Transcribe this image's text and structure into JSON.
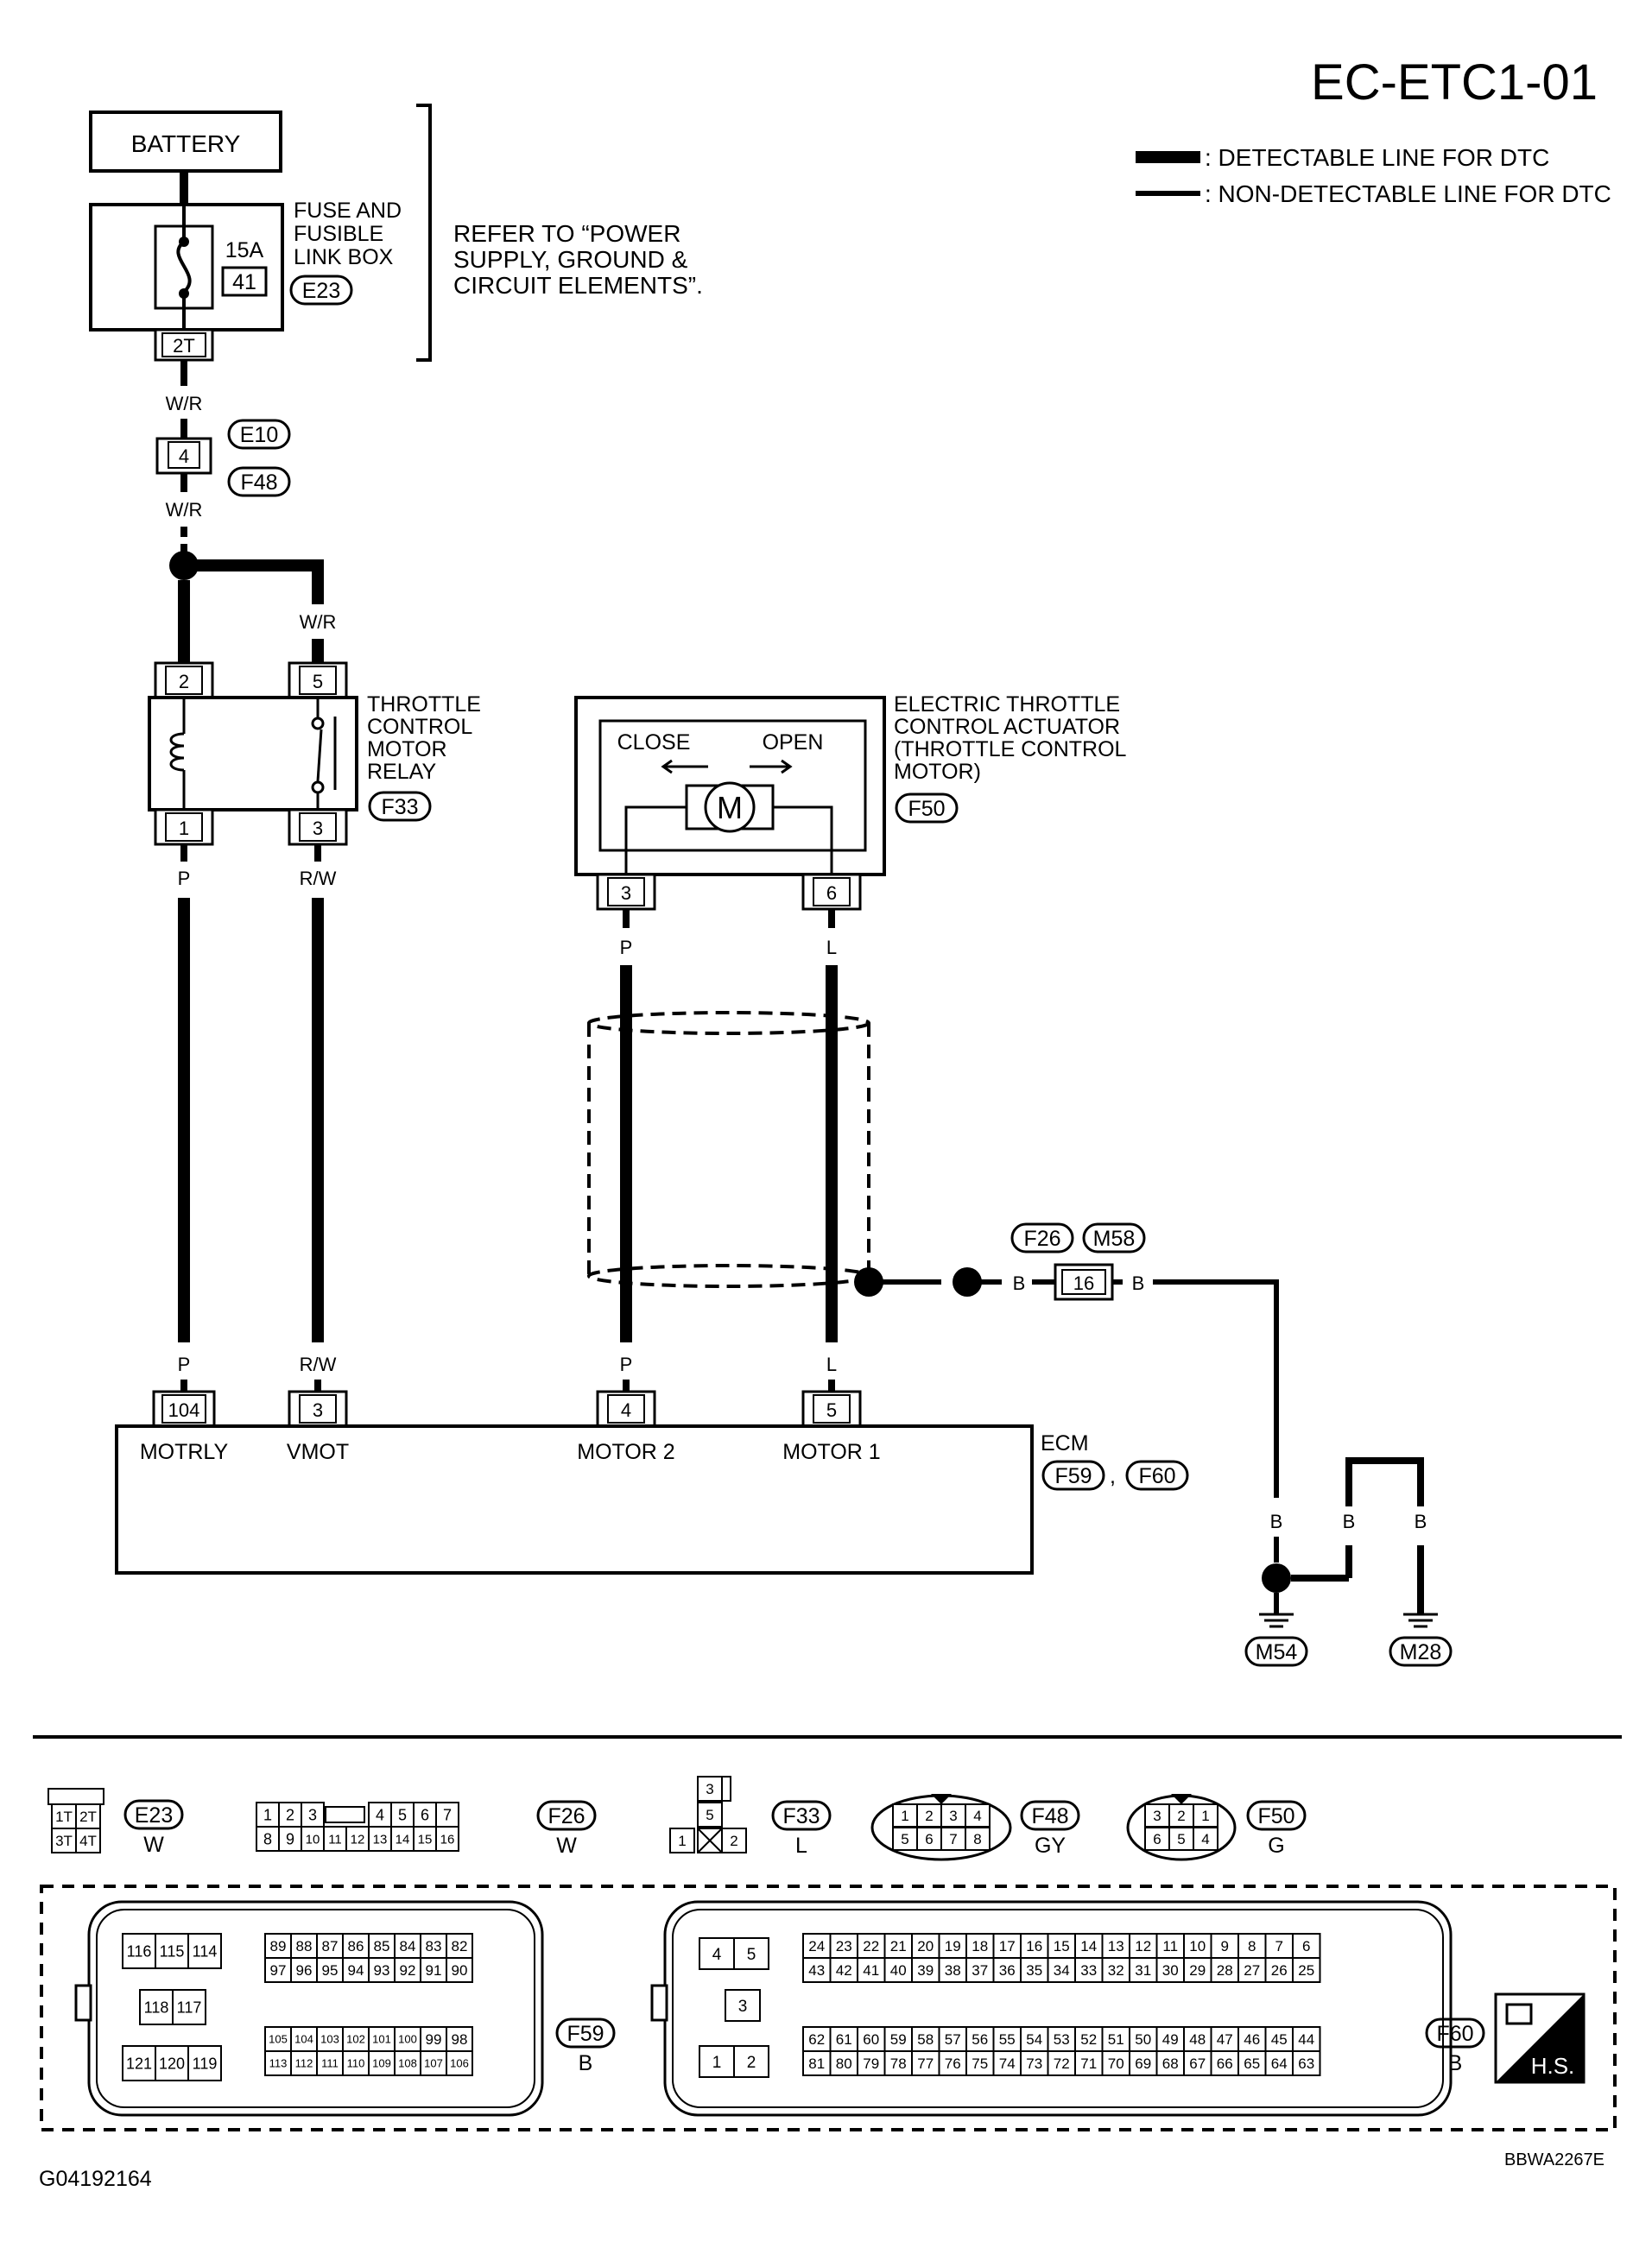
{
  "page": {
    "title": "EC-ETC1-01",
    "figure_id": "G04192164",
    "code": "BBWA2267E"
  },
  "legend": {
    "detectable": ": DETECTABLE LINE FOR DTC",
    "non_detectable": ": NON-DETECTABLE LINE FOR DTC"
  },
  "components": {
    "battery": "BATTERY",
    "fuse_box": [
      "FUSE AND",
      "FUSIBLE",
      "LINK BOX"
    ],
    "fuse_rating": "15A",
    "fuse_number": "41",
    "refer_note": [
      "REFER TO “POWER",
      "SUPPLY, GROUND &",
      "CIRCUIT ELEMENTS”."
    ],
    "relay": [
      "THROTTLE",
      "CONTROL",
      "MOTOR",
      "RELAY"
    ],
    "actuator": [
      "ELECTRIC THROTTLE",
      "CONTROL ACTUATOR",
      "(THROTTLE CONTROL",
      "MOTOR)"
    ],
    "close": "CLOSE",
    "open": "OPEN",
    "motor_symbol": "M",
    "ecm": "ECM",
    "ecm_terminals": [
      "MOTRLY",
      "VMOT",
      "MOTOR 2",
      "MOTOR 1"
    ]
  },
  "connectors": {
    "E23": "E23",
    "E10": "E10",
    "F48": "F48",
    "F33": "F33",
    "F50": "F50",
    "F26": "F26",
    "M58": "M58",
    "F59": "F59",
    "F60": "F60",
    "M54": "M54",
    "M28": "M28"
  },
  "separator": ",",
  "pins": {
    "fuse_out": "2T",
    "e10": "4",
    "relay_2": "2",
    "relay_5": "5",
    "relay_1": "1",
    "relay_3": "3",
    "act_3": "3",
    "act_6": "6",
    "f26": "16",
    "ecm_104": "104",
    "ecm_3": "3",
    "ecm_4": "4",
    "ecm_5": "5"
  },
  "wires": {
    "wr1": "W/R",
    "wr2": "W/R",
    "wr3": "W/R",
    "p1": "P",
    "p2": "P",
    "rw1": "R/W",
    "rw2": "R/W",
    "p3": "P",
    "p4": "P",
    "l1": "L",
    "l2": "L",
    "b1": "B",
    "b2": "B",
    "b3": "B",
    "b4": "B",
    "b5": "B"
  },
  "views": {
    "e23": {
      "cells": [
        "1T",
        "2T",
        "3T",
        "4T"
      ],
      "color": "W"
    },
    "f26": {
      "row1": [
        "1",
        "2",
        "3",
        "4",
        "5",
        "6",
        "7"
      ],
      "row2": [
        "8",
        "9",
        "10",
        "11",
        "12",
        "13",
        "14",
        "15",
        "16"
      ],
      "color": "W"
    },
    "f33": {
      "cells": [
        "3",
        "5",
        "1",
        "2"
      ],
      "color": "L"
    },
    "f48": {
      "row1": [
        "1",
        "2",
        "3",
        "4"
      ],
      "row2": [
        "5",
        "6",
        "7",
        "8"
      ],
      "color": "GY"
    },
    "f50": {
      "row1": [
        "3",
        "2",
        "1"
      ],
      "row2": [
        "6",
        "5",
        "4"
      ],
      "color": "G"
    },
    "f59": {
      "big_top": [
        "116",
        "115",
        "114"
      ],
      "big_mid": [
        "118",
        "117"
      ],
      "big_bot": [
        "121",
        "120",
        "119"
      ],
      "r1": [
        "89",
        "88",
        "87",
        "86",
        "85",
        "84",
        "83",
        "82"
      ],
      "r2": [
        "97",
        "96",
        "95",
        "94",
        "93",
        "92",
        "91",
        "90"
      ],
      "r3": [
        "105",
        "104",
        "103",
        "102",
        "101",
        "100",
        "99",
        "98"
      ],
      "r4": [
        "113",
        "112",
        "111",
        "110",
        "109",
        "108",
        "107",
        "106"
      ],
      "color": "B"
    },
    "f60": {
      "big_top": [
        "4",
        "5"
      ],
      "big_mid": [
        "3"
      ],
      "big_bot": [
        "1",
        "2"
      ],
      "r1": [
        "24",
        "23",
        "22",
        "21",
        "20",
        "19",
        "18",
        "17",
        "16",
        "15",
        "14",
        "13",
        "12",
        "11",
        "10",
        "9",
        "8",
        "7",
        "6"
      ],
      "r2": [
        "43",
        "42",
        "41",
        "40",
        "39",
        "38",
        "37",
        "36",
        "35",
        "34",
        "33",
        "32",
        "31",
        "30",
        "29",
        "28",
        "27",
        "26",
        "25"
      ],
      "r3": [
        "62",
        "61",
        "60",
        "59",
        "58",
        "57",
        "56",
        "55",
        "54",
        "53",
        "52",
        "51",
        "50",
        "49",
        "48",
        "47",
        "46",
        "45",
        "44"
      ],
      "r4": [
        "81",
        "80",
        "79",
        "78",
        "77",
        "76",
        "75",
        "74",
        "73",
        "72",
        "71",
        "70",
        "69",
        "68",
        "67",
        "66",
        "65",
        "64",
        "63"
      ],
      "color": "B"
    }
  },
  "hs": "H.S."
}
